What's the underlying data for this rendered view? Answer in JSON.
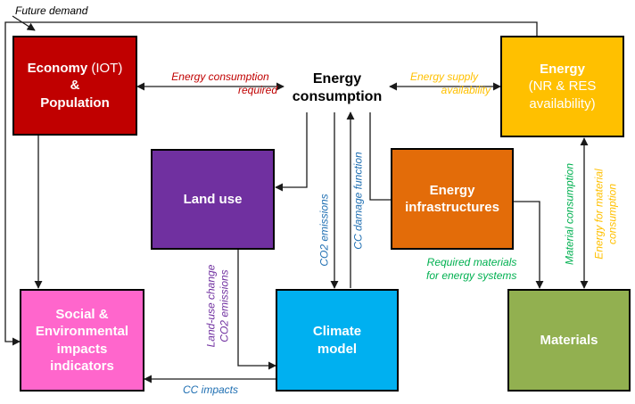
{
  "nodes": {
    "economy": {
      "title": "Economy",
      "title_suffix": " (IOT)",
      "line2": "&",
      "line3": "Population",
      "color": "#c00000"
    },
    "energy_consumption": {
      "line1": "Energy",
      "line2": "consumption"
    },
    "energy": {
      "title": "Energy",
      "line2": "(NR & RES",
      "line3": "availability)",
      "color": "#ffc000"
    },
    "land_use": {
      "title": "Land use",
      "color": "#7030a0"
    },
    "energy_infrastructures": {
      "line1": "Energy",
      "line2": "infrastructures",
      "color": "#e36c09"
    },
    "social": {
      "line1": "Social &",
      "line2": "Environmental",
      "line3": "impacts",
      "line4": "indicators",
      "color": "#ff66cc"
    },
    "climate": {
      "line1": "Climate",
      "line2": "model",
      "color": "#00b0f0"
    },
    "materials": {
      "title": "Materials",
      "color": "#92b050"
    }
  },
  "labels": {
    "future_demand": {
      "text": "Future demand"
    },
    "energy_consumption_required": {
      "line1": "Energy consumption",
      "line2": "required",
      "color": "#c00000"
    },
    "energy_supply_availability": {
      "line1": "Energy supply",
      "line2": "availability",
      "color": "#ffc000"
    },
    "co2_emissions": {
      "text": "CO2 emissions",
      "color": "#1f6fb2"
    },
    "cc_damage_function": {
      "text": "CC damage function",
      "color": "#1f6fb2"
    },
    "land_use_change": {
      "line1": "Land-use change",
      "line2": "CO2 emissions",
      "color": "#7030a0"
    },
    "required_materials": {
      "line1": "Required materials",
      "line2": "for energy systems",
      "color": "#00b050"
    },
    "material_consumption": {
      "text": "Material  consumption",
      "color": "#00b050"
    },
    "energy_for_material": {
      "line1": "Energy for material",
      "line2": "consumption",
      "color": "#ffc000"
    },
    "cc_impacts": {
      "text": "CC impacts",
      "color": "#1f6fb2"
    }
  },
  "colors": {
    "arrow": "#1a1a1a",
    "box_border": "#000000"
  }
}
